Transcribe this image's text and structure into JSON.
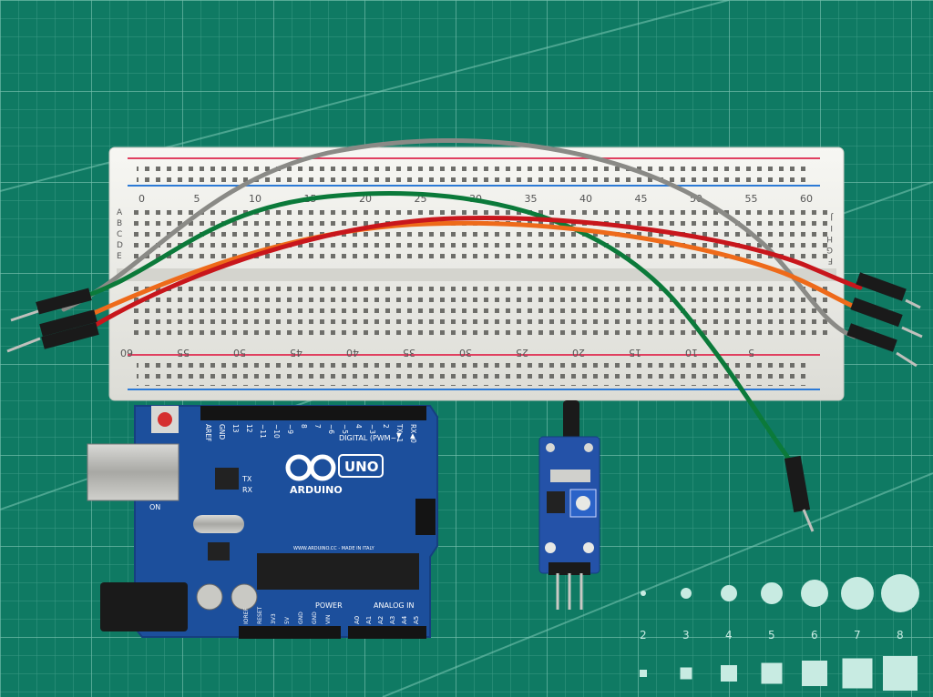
{
  "breadboard": {
    "top_numbers": [
      "0",
      "5",
      "10",
      "15",
      "20",
      "25",
      "30",
      "35",
      "40",
      "45",
      "50",
      "55",
      "60"
    ],
    "bottom_numbers": [
      "60",
      "55",
      "50",
      "45",
      "40",
      "35",
      "30",
      "25",
      "20",
      "15",
      "10",
      "5"
    ],
    "row_letters_left": [
      "A",
      "B",
      "C",
      "D",
      "E"
    ],
    "row_letters_right": [
      "J",
      "I",
      "H",
      "G",
      "F"
    ]
  },
  "arduino": {
    "header_digital": "DIGITAL (PWM~)",
    "pin_labels_top": [
      "AREF",
      "GND",
      "13",
      "12",
      "~11",
      "~10",
      "~9",
      "8",
      "7",
      "~6",
      "~5",
      "4",
      "~3",
      "2",
      "TX▶1",
      "RX◀0"
    ],
    "logo_text": "ARDUINO",
    "model": "UNO",
    "tx_label": "TX",
    "rx_label": "RX",
    "on_label": "ON",
    "power_label": "POWER",
    "analog_label": "ANALOG IN",
    "power_pins": [
      "IOREF",
      "RESET",
      "3V3",
      "5V",
      "GND",
      "GND",
      "VIN"
    ],
    "analog_pins": [
      "A0",
      "A1",
      "A2",
      "A3",
      "A4",
      "A5"
    ],
    "website": "WWW.ARDUINO.CC - MADE IN ITALY"
  },
  "mat": {
    "scale_numbers": [
      "2",
      "3",
      "4",
      "5",
      "6",
      "7",
      "8"
    ]
  },
  "colors": {
    "mat_green": "#0f7a63",
    "board_blue": "#1c4f9c",
    "breadboard": "#eeeeea",
    "wire_gray": "#8a8a86",
    "wire_green": "#0b7a3a",
    "wire_red": "#c8161c",
    "wire_orange": "#ee6a1a"
  }
}
